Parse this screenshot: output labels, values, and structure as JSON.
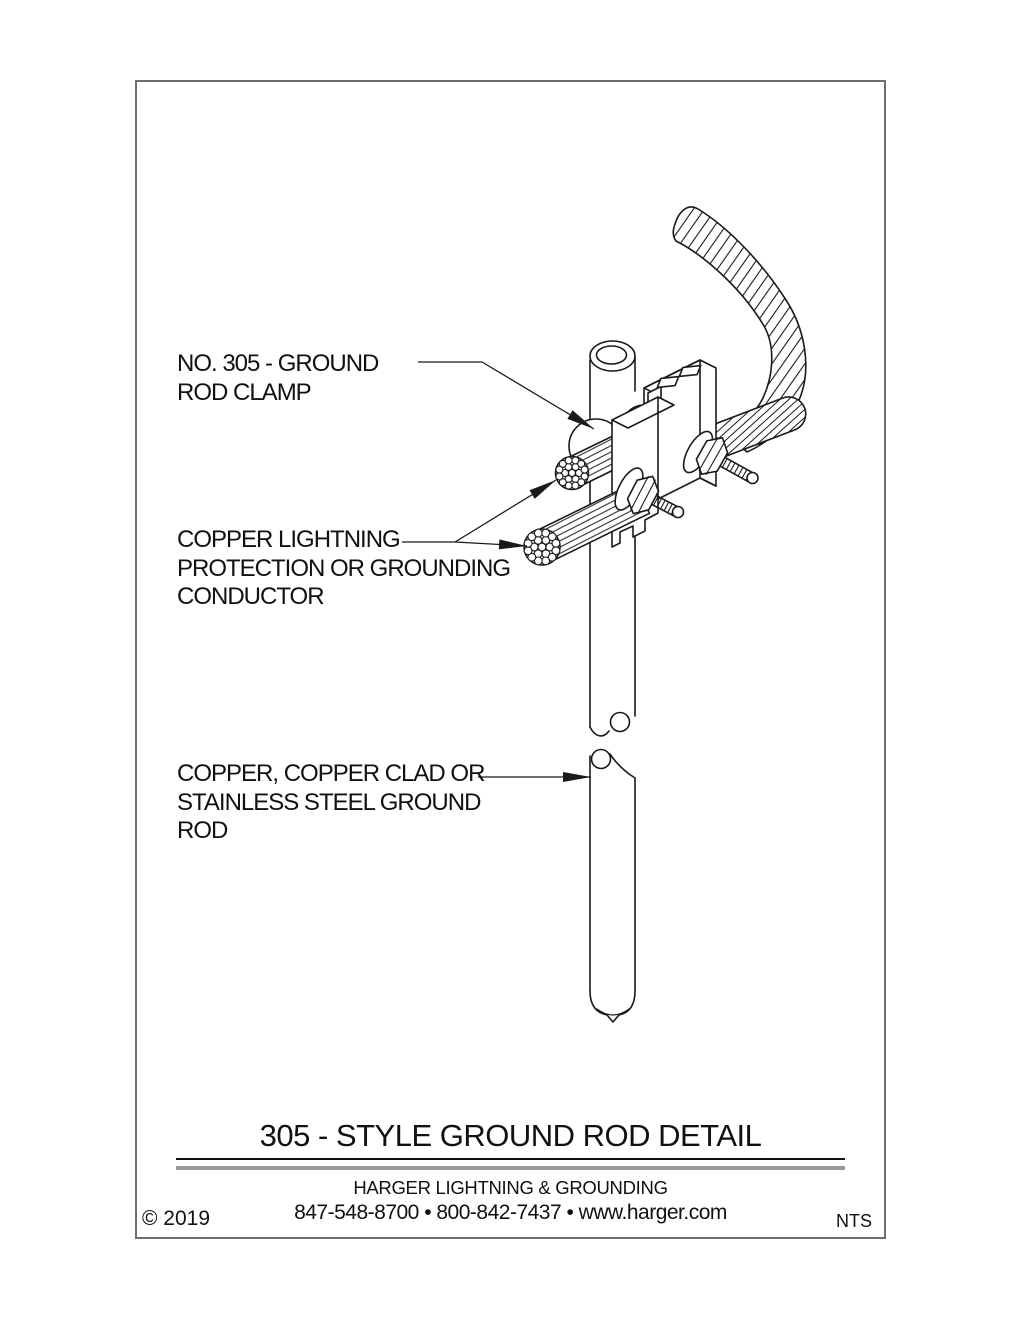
{
  "page": {
    "background": "#ffffff",
    "line_color": "#1a1a1a",
    "frame_border_color": "#6e6e6e",
    "rule_gray_color": "#9a9a9a"
  },
  "callouts": {
    "clamp": {
      "lines": [
        "NO. 305 - GROUND",
        "ROD CLAMP"
      ]
    },
    "conductor": {
      "lines": [
        "COPPER LIGHTNING",
        "PROTECTION OR GROUNDING",
        "CONDUCTOR"
      ]
    },
    "ground_rod": {
      "lines": [
        "COPPER, COPPER CLAD OR",
        "STAINLESS STEEL GROUND",
        "ROD"
      ]
    }
  },
  "title_block": {
    "title": "305 - STYLE GROUND ROD DETAIL",
    "company": "HARGER LIGHTNING & GROUNDING",
    "contact": "847-548-8700 • 800-842-7437 • www.harger.com",
    "copyright": "© 2019",
    "scale": "NTS"
  }
}
